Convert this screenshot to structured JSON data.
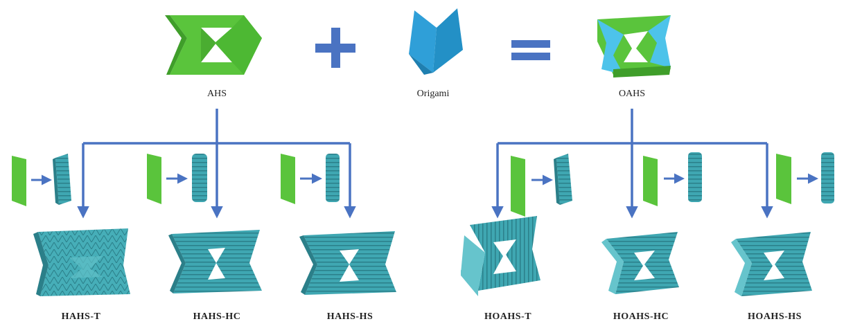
{
  "top_row": {
    "ahs_label": "AHS",
    "origami_label": "Origami",
    "oahs_label": "OAHS",
    "plus_symbol": "plus-sign",
    "equals_symbol": "equals-sign"
  },
  "bottom_row": {
    "hahs_t": "HAHS-T",
    "hahs_hc": "HAHS-HC",
    "hahs_hs": "HAHS-HS",
    "hoahs_t": "HOAHS-T",
    "hoahs_hc": "HOAHS-HC",
    "hoahs_hs": "HOAHS-HS"
  },
  "colors": {
    "green": "#5ac43c",
    "green_dark": "#3f9e2a",
    "blue_origami": "#2b9fd6",
    "teal": "#3fa7b2",
    "teal_dark": "#2b7f89",
    "teal_light": "#66c4cc",
    "arrow": "#4a73c2",
    "symbol": "#4a73c2"
  }
}
